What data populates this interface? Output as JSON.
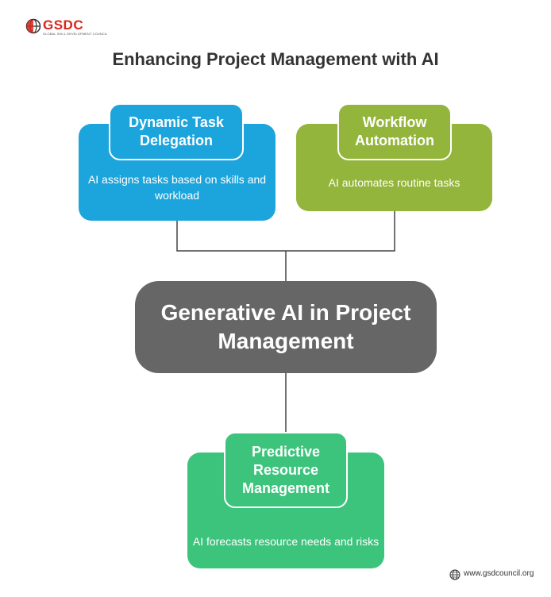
{
  "logo": {
    "brand": "GSDC",
    "tagline": "GLOBAL SKILL DEVELOPMENT COUNCIL"
  },
  "title": "Enhancing Project Management with AI",
  "center": {
    "label": "Generative AI in Project Management"
  },
  "cards": [
    {
      "heading": "Dynamic Task Delegation",
      "description": "AI assigns tasks based on skills and workload",
      "color": "#1ca5dc"
    },
    {
      "heading": "Workflow Automation",
      "description": "AI automates routine tasks",
      "color": "#93b53b"
    },
    {
      "heading": "Predictive Resource Management",
      "description": "AI forecasts resource needs and risks",
      "color": "#3cc47c"
    }
  ],
  "colors": {
    "center": "#666666",
    "connector": "#444444",
    "brand": "#d9261c"
  },
  "footer": {
    "website": "www.gsdcouncil.org"
  }
}
